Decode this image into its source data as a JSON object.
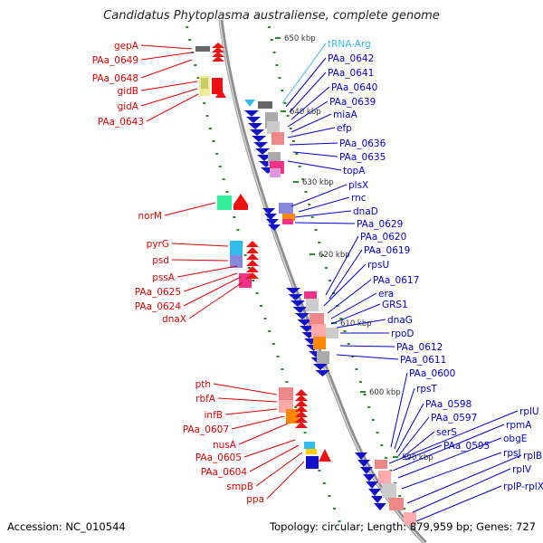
{
  "title": "Candidatus Phytoplasma australiense, complete genome",
  "accession": "Accession: NC_010544",
  "topology": "Topology: circular; Length: 879,959 bp; Genes: 727",
  "colors": {
    "left_labels": "#e00000",
    "right_labels": "#0000cc",
    "trna": "#33bbee",
    "backbone": "#999999",
    "tick": "#2a8a2a"
  },
  "ticks": [
    "650 kbp",
    "640 kbp",
    "630 kbp",
    "620 kbp",
    "610 kbp",
    "600 kbp",
    "590 kbp"
  ],
  "left_labels": [
    "gepA",
    "PAa_0649",
    "PAa_0648",
    "gidB",
    "gidA",
    "PAa_0643",
    "norM",
    "pyrG",
    "psd",
    "pssA",
    "PAa_0625",
    "PAa_0624",
    "dnaX",
    "pth",
    "rbfA",
    "infB",
    "PAa_0607",
    "nusA",
    "PAa_0605",
    "PAa_0604",
    "smpB",
    "ppa"
  ],
  "right_labels": [
    "tRNA-Arg",
    "PAa_0642",
    "PAa_0641",
    "PAa_0640",
    "PAa_0639",
    "miaA",
    "efp",
    "PAa_0636",
    "PAa_0635",
    "topA",
    "plsX",
    "rnc",
    "dnaD",
    "PAa_0629",
    "PAa_0620",
    "PAa_0619",
    "rpsU",
    "PAa_0617",
    "era",
    "GRS1",
    "dnaG",
    "rpoD",
    "PAa_0612",
    "PAa_0611",
    "PAa_0600",
    "rpsT",
    "PAa_0598",
    "PAa_0597",
    "serS",
    "PAa_0595",
    "rplU",
    "rpmA",
    "obgE",
    "rpsJ",
    "rplB",
    "rplV",
    "rplP-rplX"
  ]
}
